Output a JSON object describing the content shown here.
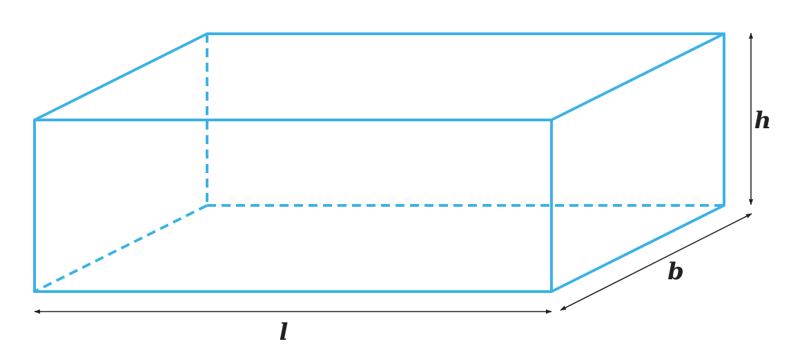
{
  "colors": {
    "edge": "#3cb2e6",
    "dimension": "#222222",
    "background": "#ffffff"
  },
  "labels": {
    "length": "l",
    "breadth": "b",
    "height": "h"
  }
}
